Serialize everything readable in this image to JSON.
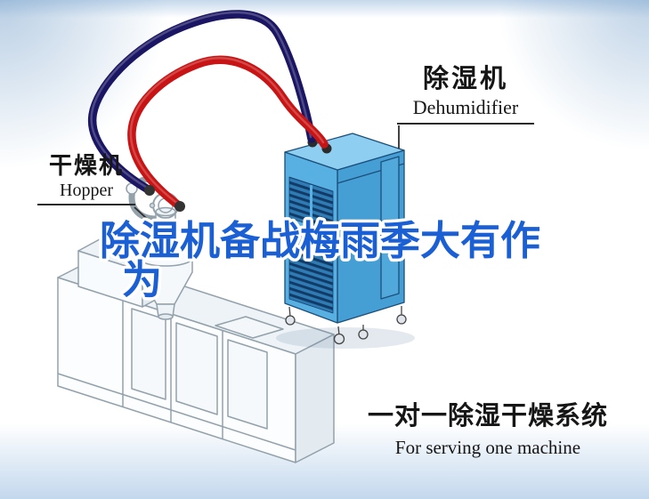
{
  "title_overlay": {
    "line1": "除湿机备战梅雨季大有作",
    "line2": "为",
    "color": "#1a5fd4"
  },
  "labels": {
    "dehumidifier": {
      "zh": "除湿机",
      "en": "Dehumidifier"
    },
    "dryer": {
      "zh": "干燥机",
      "en": "Hopper"
    },
    "system": {
      "zh": "一对一除湿干燥系统",
      "en": "For serving one machine"
    }
  },
  "illustration": {
    "hose_red_color": "#c81414",
    "hose_navy_color": "#1b1663",
    "dehumidifier_body_color": "#58b0e2",
    "machine_line_color": "#93a1ab"
  }
}
